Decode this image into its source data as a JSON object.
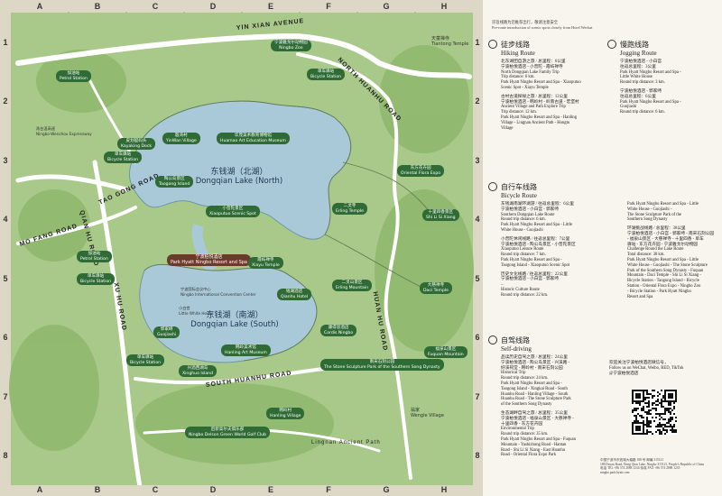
{
  "map": {
    "columns": [
      "A",
      "B",
      "C",
      "D",
      "E",
      "F",
      "G",
      "H"
    ],
    "rows": [
      "1",
      "2",
      "3",
      "4",
      "5",
      "6",
      "7",
      "8"
    ],
    "lakes": {
      "north": {
        "cn": "东钱湖（北湖）",
        "en": "Dongqian Lake (North)"
      },
      "south": {
        "cn": "东钱湖（南湖）",
        "en": "Dongqian Lake (South)"
      }
    },
    "roads": {
      "yin_xian_avenue": "YIN XIAN AVENUE",
      "north_huanhu_road": "NORTH HUANHU ROAD",
      "tao_gong_road": "TAO GONG ROAD",
      "mo_fang_road": "MO FANG ROAD",
      "south_huanhu_road": "SOUTH HUANHU ROAD",
      "qian_hu_road": "QIAN HU ROAD",
      "xu_hu_road": "XU HU ROAD",
      "east_huan_road": "HUAN HU ROAD",
      "lingnan_path": "Lingnan Ancient Path"
    },
    "labels": {
      "ningbo_zoo": {
        "cn": "宁波雅戈尔动物园",
        "en": "Ningbo Zoo"
      },
      "petrol_station_a": {
        "cn": "加油站",
        "en": "Petrol Station"
      },
      "bicycle_station_top": {
        "cn": "单车驿站",
        "en": "Bicycle Station"
      },
      "tiantong_temple": {
        "cn": "天童禅寺",
        "en": "Tiantong Temple"
      },
      "yinwan_village": {
        "cn": "殷湾村",
        "en": "YinWan Village"
      },
      "huamao_museum": {
        "cn": "华茂美术教育博物馆",
        "en": "Huamao Art Education Museum"
      },
      "kayaking_dock": {
        "cn": "皮划艇码头",
        "en": "Kayaking Dock"
      },
      "bicycle_station_left": {
        "cn": "单车驿站",
        "en": "Bicycle Station"
      },
      "taogong_island": {
        "cn": "陶公岛景区",
        "en": "Taogong Island"
      },
      "xiaoputuo": {
        "cn": "小普陀景区",
        "en": "Xiaoputuo Scenic Spot"
      },
      "erling_temple": {
        "cn": "二灵寺",
        "en": "Erling Temple"
      },
      "oriental_flora": {
        "cn": "东方花卉园",
        "en": "Oriental Flora Expo"
      },
      "shi_li_si_xiang": {
        "cn": "十里四香景区",
        "en": "Shi Li Si Xiang"
      },
      "petrol_station_b": {
        "cn": "加油站",
        "en": "Petrol Station"
      },
      "bicycle_station_mid": {
        "cn": "单车驿站",
        "en": "Bicycle Station"
      },
      "park_hyatt": {
        "cn": "宁波柏悦酒店",
        "en": "Park Hyatt Ningbo Resort and Spa"
      },
      "xiayu_temple": {
        "cn": "霞屿禅寺",
        "en": "Xiayu Temple"
      },
      "erling_mountain": {
        "cn": "二灵山景区",
        "en": "Erling Mountain"
      },
      "daci_temple": {
        "cn": "大慈禅寺",
        "en": "Daci Temple"
      },
      "qianhu_hotel": {
        "cn": "钱湖酒店",
        "en": "Qianhu Hotel"
      },
      "convention_center": {
        "cn": "宁波国际会议中心",
        "en": "Ningbo International Convention Center"
      },
      "little_white_house": {
        "cn": "小白宫",
        "en": "Little White House"
      },
      "guojiashi": {
        "cn": "郭家峙",
        "en": "Guojiashi"
      },
      "cordis": {
        "cn": "康得思酒店",
        "en": "Cordis Ningbo"
      },
      "hanling_museum": {
        "cn": "韩岭美术馆",
        "en": "Hanling Art Museum"
      },
      "fuquan_mountain": {
        "cn": "福泉山景区",
        "en": "Fuquan Mountain"
      },
      "stone_sculpture": {
        "cn": "南宋石刻公园",
        "en": "The Stone Sculpture Park of the Southern Song Dynasty"
      },
      "bicycle_station_low": {
        "cn": "单车驿站",
        "en": "Bicycle Station"
      },
      "xinghuo_island": {
        "cn": "兴酒西湖岛",
        "en": "Xinghuo Island"
      },
      "hanling_village": {
        "cn": "韩岭村",
        "en": "Hanling Village"
      },
      "golf_club": {
        "cn": "启新高尔夫俱乐部",
        "en": "Ningbo Delson Green World Golf Club"
      },
      "wengle_village": {
        "cn": "翁家",
        "en": "Wengle Village"
      },
      "highway_note": {
        "cn": "甬台温高速",
        "en": "Ningbo-Wenzhou Expressway"
      }
    }
  },
  "panel": {
    "note": {
      "cn": "宗旨线路为您推荐出行，敬请注意安全",
      "en": "Pre-route introduction of scenic spots closely from Hotel Wechat"
    },
    "hiking": {
      "title_cn": "徒步线路",
      "title_en": "Hiking Route",
      "items": [
        {
          "cn": "北东湖团自游之旅 / 总里程：6公里",
          "lines": [
            "宁波柏悦酒店 - 小普陀 - 霞屿禅寺",
            "North Dongqian Lake Family Trip",
            "Trip distance: 6 km.",
            "Park Hyatt Ningbo Resort and Spa - Xiaoputuo",
            "Scenic Spot - Xiayu Temple"
          ]
        },
        {
          "cn": "古村古道探秘之旅 / 总里程：12公里",
          "lines": [
            "宁波柏悦酒店 - 韩岭村 - 岭南古道 - 宏堡村",
            "Ancient Village and Path Explore Trip",
            "Trip distance: 12 km.",
            "Park Hyatt Ningbo Resort and Spa - Hanling",
            "Village - Lingnan Ancient Path - Hongtu",
            "Village"
          ]
        }
      ]
    },
    "jogging": {
      "title_cn": "慢跑线路",
      "title_en": "Jogging Route",
      "items": [
        {
          "cn": "宁波柏悦酒店 - 小白宫",
          "lines": [
            "往返总里程：3公里",
            "Park Hyatt Ningbo Resort and Spa -",
            "Little White House",
            "Round trip distance: 3 km."
          ]
        },
        {
          "cn": "宁波柏悦酒店 - 郭家峙",
          "lines": [
            "往返总里程：6公里",
            "Park Hyatt Ningbo Resort and Spa -",
            "Guojiashi",
            "Round trip distance: 6 km."
          ]
        }
      ]
    },
    "bicycle": {
      "title_cn": "自行车线路",
      "title_en": "Bicycle Route",
      "items_left": [
        {
          "cn": "东钱湖南湖环湖游 / 往返总里程：6公里",
          "lines": [
            "宁波柏悦酒店 - 小白宫 - 郭家峙",
            "Southern Dongqian Lake Route",
            "Round trip distance: 6 km.",
            "Park Hyatt Ningbo Resort and Spa - Little",
            "White House - Guojiashi"
          ]
        },
        {
          "cn": "小普陀休闲线路 / 往返总里程：7公里",
          "lines": [
            "宁波柏悦酒店 - 陶公岛景区 - 小普陀景区",
            "Xiaoputuo Leisure Route",
            "Round trip distance: 7 km.",
            "Park Hyatt Ningbo Resort and Spa -",
            "Taogong Island - Xiaoputuo Scenic Spot"
          ]
        },
        {
          "cn": "历史文化线路 / 往返总里程：22公里",
          "lines": [
            "宁波柏悦酒店 - 小白宫 - 郭家峙",
            "...",
            "Historic Culture Route",
            "Round trip distance: 22 km."
          ]
        }
      ],
      "items_right": [
        {
          "cn": "",
          "lines": [
            "Park Hyatt Ningbo Resort and Spa - Little",
            "White House - Guojiashi -",
            "The Stone Sculpture Park of the",
            "Southern Song Dynasty"
          ]
        },
        {
          "cn": "环湖挑战线路 / 总里程：30公里",
          "lines": [
            "宁波柏悦酒店 - 小白宫 - 郭家峙 - 南宋石刻公园",
            "- 福泉山景区 - 大慈禅寺 - 十里四香 - 单车",
            "驿站 - 东方花卉园 - 宁波雅戈尔动物园",
            "Challenge Round the Lake Route",
            "Total distance: 30 km.",
            "Park Hyatt Ningbo Resort and Spa - Little",
            "White House - Guojiashi - The Stone Sculpture",
            "Park of the Southern Song Dynasty - Fuquan",
            "Mountain - Daci Temple - Shi Li Si Xiang -",
            "Bicycle Station - Taogong Island - Bicycle",
            "Station - Oriental Flora Expo - Ningbo Zoo",
            "- Bicycle Station - Park Hyatt Ningbo",
            "Resort and Spa"
          ]
        }
      ]
    },
    "driving": {
      "title_cn": "自驾线路",
      "title_en": "Self-driving",
      "items": [
        {
          "cn": "品读历史自驾之旅 / 总里程：24公里",
          "lines": [
            "宁波柏悦酒店 - 陶公岛景区 - 兴溪路 -",
            "好溪祠堂 - 韩岭村 - 南宋石刻公园",
            "Historical Trip",
            "Round trip distance: 24 km.",
            "Park Hyatt Ningbo Resort and Spa -",
            "Taogong Island - Xingkai Road - South",
            "Huanhu Road - Hanling Village - South",
            "Huanhu Road - The Stone Sculpture Park",
            "of the Southern Song Dynasty"
          ]
        },
        {
          "cn": "生态湖畔自驾之旅 / 总里程：35公里",
          "lines": [
            "宁波柏悦酒店 - 福泉山景区 - 大慈禅寺 -",
            "十里四香 - 东方花卉园",
            "Environmental Trip",
            "Round trip distance: 35 km.",
            "Park Hyatt Ningbo Resort and Spa - Fuquan",
            "Mountain - Yashizhong Road - Hantan",
            "Road - Shi Li Si Xiang - East Huanhu",
            "Road - Oriental Flora Expo Park"
          ]
        }
      ]
    },
    "wechat": {
      "cn": "欢迎关注宁波柏悦酒店微信号，",
      "lines": [
        "Follow us on WeChat, Weibo, RED, TikTok",
        "@宁波柏悦酒店"
      ]
    },
    "address": {
      "lines": [
        "中国宁波市东钱湖大堰路 188 号  邮编 315121",
        "188 Dayan Road, Dong Qian Lake, Ningbo 315121, People's Republic of China",
        "电话 TEL +86 574 2888 1234  传真 FAX +86 574 2888 1235",
        "ningbo.park.hyatt.com"
      ]
    }
  }
}
